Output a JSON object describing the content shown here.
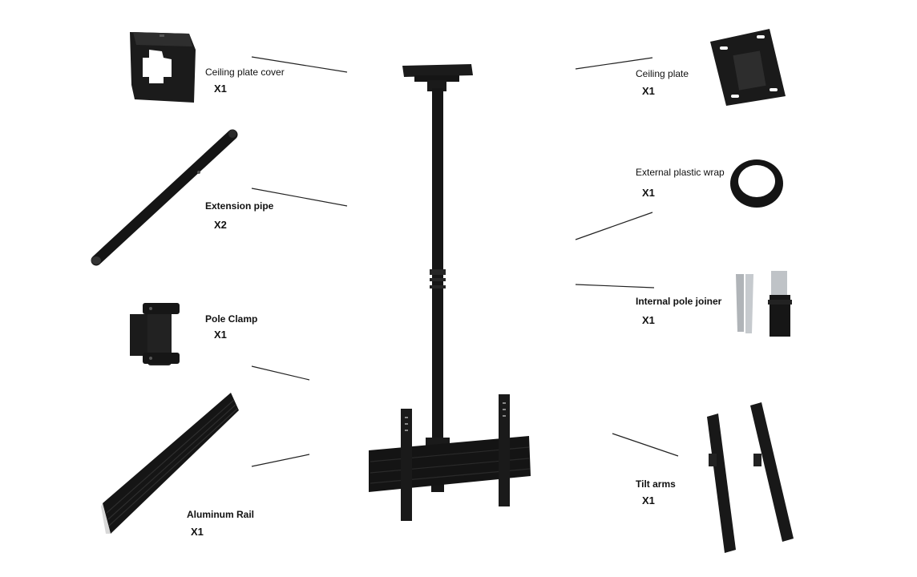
{
  "parts": {
    "ceiling_plate_cover": {
      "name": "Ceiling plate cover",
      "qty": "X1"
    },
    "extension_pipe": {
      "name": "Extension pipe",
      "qty": "X2"
    },
    "pole_clamp": {
      "name": "Pole Clamp",
      "qty": "X1"
    },
    "aluminum_rail": {
      "name": "Aluminum Rail",
      "qty": "X1"
    },
    "ceiling_plate": {
      "name": "Ceiling plate",
      "qty": "X1"
    },
    "external_plastic_wrap": {
      "name": "External plastic wrap",
      "qty": "X1"
    },
    "internal_pole_joiner": {
      "name": "Internal pole joiner",
      "qty": "X1"
    },
    "tilt_arms": {
      "name": "Tilt arms",
      "qty": "X1"
    }
  },
  "colors": {
    "part": "#111111",
    "metal": "#b8bcc0",
    "leader": "#222222",
    "background": "#ffffff"
  }
}
